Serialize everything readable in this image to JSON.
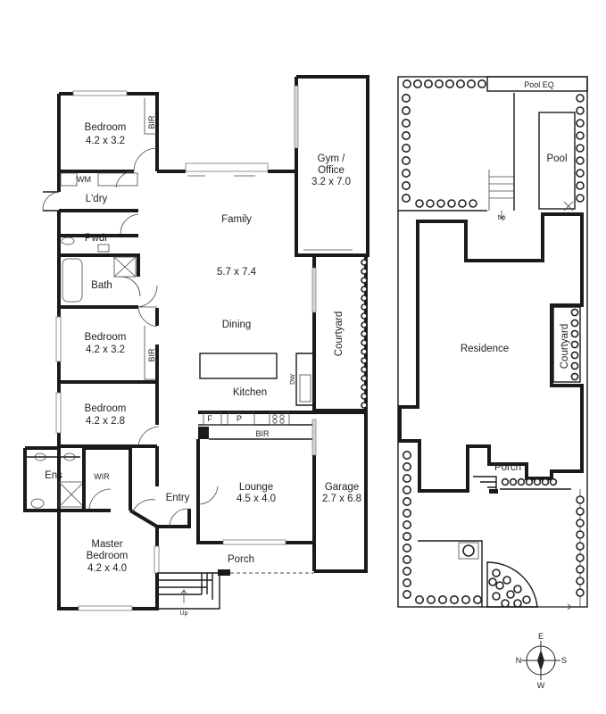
{
  "rooms": {
    "bedroom1_name": "Bedroom",
    "bedroom1_dim": "4.2 x 3.2",
    "bir": "BIR",
    "wm": "WM",
    "laundry": "L'dry",
    "powder": "Pwdr",
    "bath": "Bath",
    "bedroom2_name": "Bedroom",
    "bedroom2_dim": "4.2 x 3.2",
    "bedroom3_name": "Bedroom",
    "bedroom3_dim": "4.2 x 2.8",
    "ensuite": "Ens",
    "wir": "WIR",
    "master_line1": "Master",
    "master_line2": "Bedroom",
    "master_dim": "4.2 x 4.0",
    "family": "Family",
    "family_dim": "5.7 x 7.4",
    "dining": "Dining",
    "kitchen": "Kitchen",
    "dw": "DW",
    "fridge": "F",
    "pantry": "P",
    "kitchen_bir": "BIR",
    "gym_line1": "Gym /",
    "gym_line2": "Office",
    "gym_dim": "3.2 x 7.0",
    "courtyard": "Courtyard",
    "entry": "Entry",
    "lounge": "Lounge",
    "lounge_dim": "4.5 x 4.0",
    "garage": "Garage",
    "garage_dim": "2.7 x 6.8",
    "porch": "Porch",
    "up": "Up"
  },
  "site": {
    "pool_eq": "Pool EQ",
    "pool": "Pool",
    "up": "Up",
    "residence": "Residence",
    "courtyard": "Courtyard",
    "porch": "Porch"
  },
  "compass": {
    "n": "N",
    "e": "E",
    "s": "S",
    "w": "W"
  }
}
